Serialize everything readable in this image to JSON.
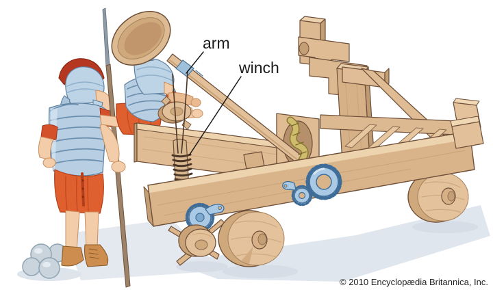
{
  "figure": {
    "subject": "Roman soldiers operating an onager catapult",
    "labels": {
      "arm": "arm",
      "winch": "winch"
    },
    "credit": "© 2010 Encyclopædia Britannica, Inc.",
    "palette": {
      "wood_light": "#edd3ae",
      "wood_mid": "#dfbc94",
      "wood_dark": "#c49e74",
      "outline_brown": "#6e4f38",
      "armor_blue": "#b8cfe3",
      "metal_blue": "#a9c9e4",
      "gear_outline": "#3f6d99",
      "tunic_red": "#e05f2e",
      "crest_red": "#b6371f",
      "skin": "#f3cda9",
      "stone_gray": "#c9d4dd",
      "rope_olive": "#cfbd6d",
      "shadow_gray": "#e0e6ed",
      "label_color": "#1a1a1a"
    }
  }
}
